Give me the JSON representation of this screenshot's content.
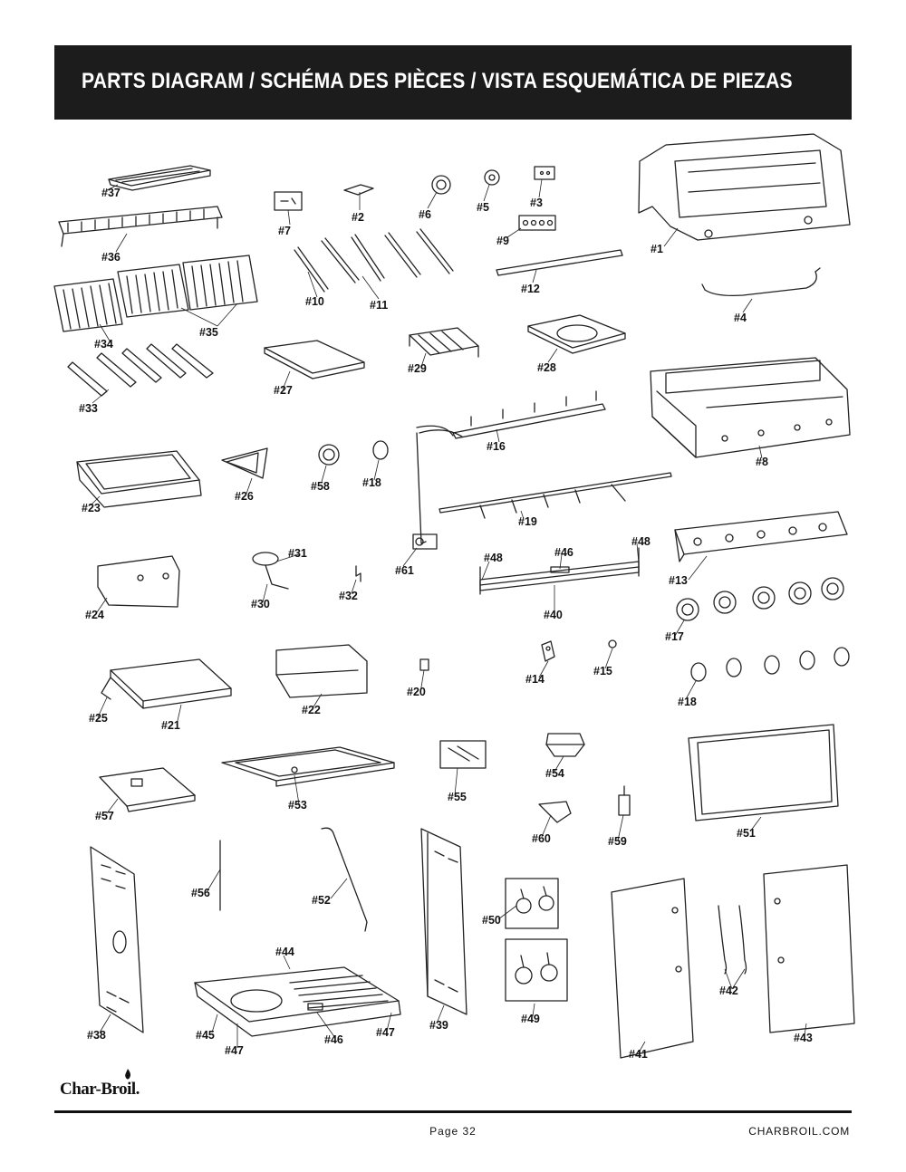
{
  "header": {
    "title": "PARTS DIAGRAM / SCHÉMA DES PIÈCES / VISTA ESQUEMÁTICA DE PIEZAS"
  },
  "parts": [
    "#1",
    "#2",
    "#3",
    "#4",
    "#5",
    "#6",
    "#7",
    "#8",
    "#9",
    "#10",
    "#11",
    "#12",
    "#13",
    "#14",
    "#15",
    "#16",
    "#17",
    "#18",
    "#19",
    "#20",
    "#21",
    "#22",
    "#23",
    "#24",
    "#25",
    "#26",
    "#27",
    "#28",
    "#29",
    "#30",
    "#31",
    "#32",
    "#33",
    "#34",
    "#35",
    "#36",
    "#37",
    "#38",
    "#39",
    "#40",
    "#41",
    "#42",
    "#43",
    "#44",
    "#45",
    "#46",
    "#47",
    "#48",
    "#49",
    "#50",
    "#51",
    "#52",
    "#53",
    "#54",
    "#55",
    "#56",
    "#57",
    "#58",
    "#59",
    "#60",
    "#61"
  ],
  "footer": {
    "brand": "Char-Broil.",
    "page": "Page 32",
    "website": "CHARBROIL.COM"
  }
}
